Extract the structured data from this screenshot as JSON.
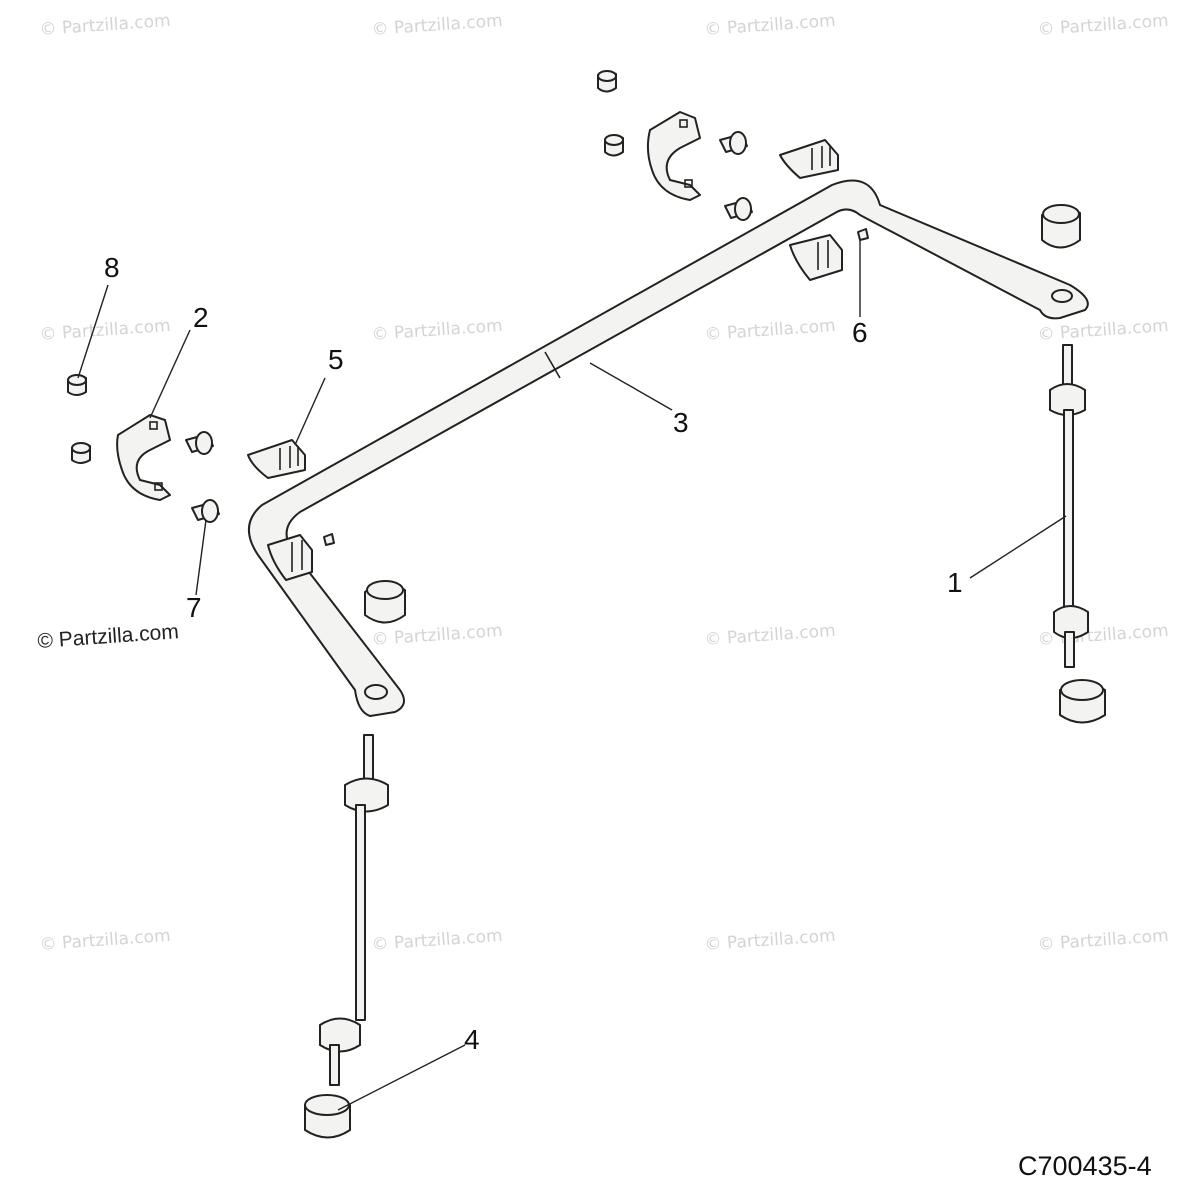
{
  "diagram": {
    "callouts": [
      {
        "id": "1",
        "label": "1"
      },
      {
        "id": "2",
        "label": "2"
      },
      {
        "id": "3",
        "label": "3"
      },
      {
        "id": "4",
        "label": "4"
      },
      {
        "id": "5",
        "label": "5"
      },
      {
        "id": "6",
        "label": "6"
      },
      {
        "id": "7",
        "label": "7"
      },
      {
        "id": "8",
        "label": "8"
      }
    ],
    "watermark_text": "© Partzilla.com",
    "main_watermark_text": "© Partzilla.com",
    "drawing_code": "C700435-4"
  },
  "colors": {
    "part_fill": "#f3f3f1",
    "line": "#222222",
    "watermark": "#d4d4d4"
  }
}
